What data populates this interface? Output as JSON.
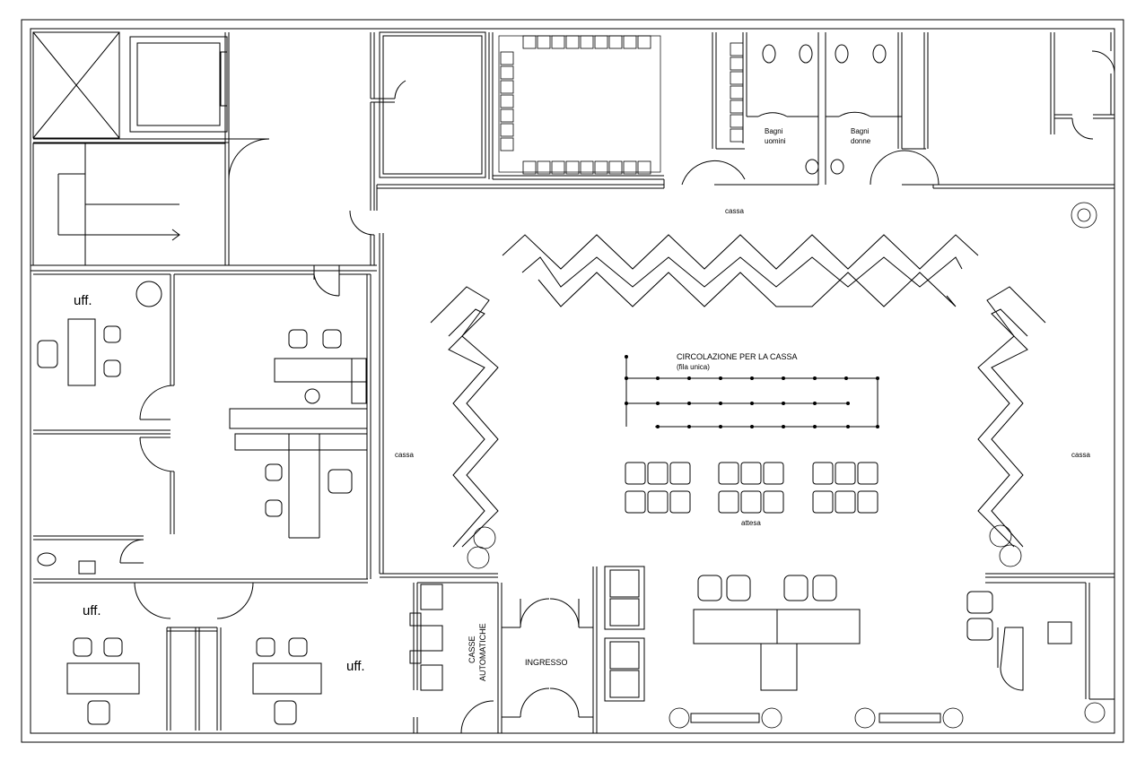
{
  "labels": {
    "office_top": "uff.",
    "office_bottom_left": "uff.",
    "office_bottom_right": "uff.",
    "cassa_top": "cassa",
    "cassa_left": "cassa",
    "cassa_right": "cassa",
    "bagni_uomini_1": "Bagni",
    "bagni_uomini_2": "uomini",
    "bagni_donne_1": "Bagni",
    "bagni_donne_2": "donne",
    "circolazione_1": "CIRCOLAZIONE PER LA CASSA",
    "circolazione_2": "(fila unica)",
    "attesa": "attesa",
    "ingresso": "INGRESSO",
    "casse_automatiche_1": "CASSE",
    "casse_automatiche_2": "AUTOMATICHE"
  },
  "colors": {
    "line": "#000000",
    "background": "#ffffff"
  }
}
